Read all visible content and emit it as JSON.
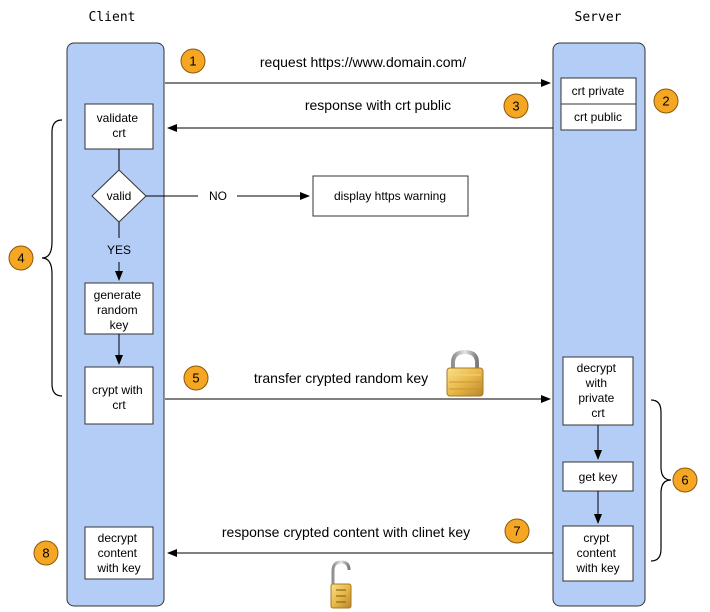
{
  "lanes": {
    "client_title": "Client",
    "server_title": "Server"
  },
  "client": {
    "validate": [
      "validate",
      "crt"
    ],
    "valid": "valid",
    "no": "NO",
    "yes": "YES",
    "warning": "display https warning",
    "generate": [
      "generate",
      "random",
      "key"
    ],
    "crypt": [
      "crypt with",
      "crt"
    ],
    "decrypt": [
      "decrypt",
      "content",
      "with key"
    ]
  },
  "server": {
    "crt_private": "crt private",
    "crt_public": "crt public",
    "decrypt": [
      "decrypt",
      "with",
      "private",
      "crt"
    ],
    "get_key": "get key",
    "crypt": [
      "crypt",
      "content",
      "with key"
    ]
  },
  "messages": {
    "request": "request https://www.domain.com/",
    "response": "response with crt public",
    "transfer": "transfer crypted random key",
    "content": "response crypted content with clinet key"
  },
  "steps": {
    "s1": "1",
    "s2": "2",
    "s3": "3",
    "s4": "4",
    "s5": "5",
    "s6": "6",
    "s7": "7",
    "s8": "8"
  },
  "icons": {
    "lock_open": "padlock-unlocked-icon",
    "lock_closed": "padlock-locked-icon"
  },
  "colors": {
    "lane": "#b3cdf7",
    "step": "#f5a623",
    "lock": "#e9b84a"
  }
}
